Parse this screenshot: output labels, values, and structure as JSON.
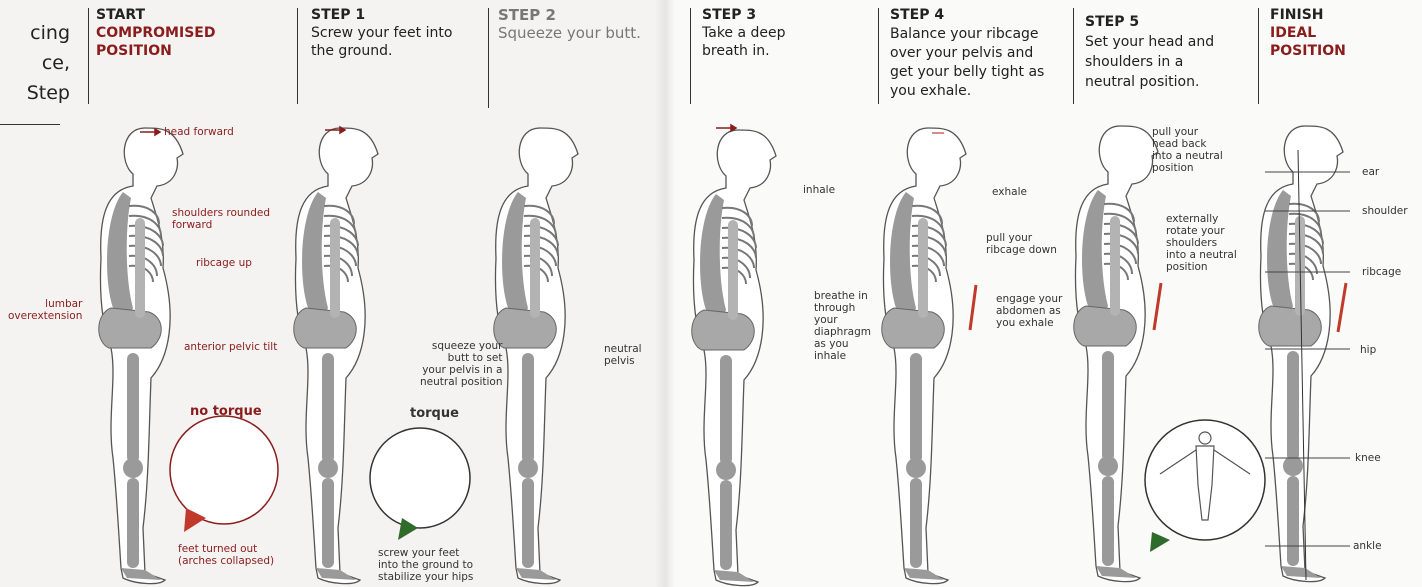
{
  "intro": {
    "line1": "cing",
    "line2": "ce,",
    "line3": "Step"
  },
  "steps": [
    {
      "title": "START",
      "desc": "COMPROMISED\nPOSITION",
      "red": true
    },
    {
      "title": "STEP 1",
      "desc": "Screw your feet into\nthe ground.",
      "red": false
    },
    {
      "title": "STEP 2",
      "desc": "Squeeze your butt.",
      "red": false
    },
    {
      "title": "STEP 3",
      "desc": "Take a deep\nbreath in.",
      "red": false
    },
    {
      "title": "STEP 4",
      "desc": "Balance your ribcage\nover your pelvis and\nget your belly tight as\nyou exhale.",
      "red": false
    },
    {
      "title": "STEP 5",
      "desc": "Set your head and\nshoulders in a\nneutral position.",
      "red": false
    },
    {
      "title": "FINISH",
      "desc": "IDEAL\nPOSITION",
      "red": true
    }
  ],
  "annotations": {
    "head_forward": "head forward",
    "shoulders_rounded": "shoulders rounded\nforward",
    "ribcage_up": "ribcage up",
    "lumbar": "lumbar\noverextension",
    "anterior_tilt": "anterior pelvic tilt",
    "no_torque": "no torque",
    "feet_out": "feet turned out\n(arches collapsed)",
    "torque": "torque",
    "screw_feet": "screw your feet\ninto the ground to\nstabilize your hips",
    "squeeze": "squeeze your\nbutt to set\nyour pelvis in a\nneutral position",
    "neutral_pelvis": "neutral\npelvis",
    "inhale": "inhale",
    "breathe": "breathe in\nthrough\nyour\ndiaphragm\nas you\ninhale",
    "exhale": "exhale",
    "pull_ribcage": "pull your\nribcage down",
    "engage": "engage your\nabdomen as\nyou exhale",
    "pull_head": "pull your\nhead back\ninto a neutral\nposition",
    "rotate": "externally\nrotate your\nshoulders\ninto a neutral\nposition"
  },
  "alignment_labels": [
    "ear",
    "shoulder",
    "ribcage",
    "hip",
    "knee",
    "ankle"
  ],
  "colors": {
    "accent_red": "#8a1c1c",
    "bone": "#9a9a9a",
    "skin_outline": "#555555",
    "green": "#2f6b2a"
  }
}
